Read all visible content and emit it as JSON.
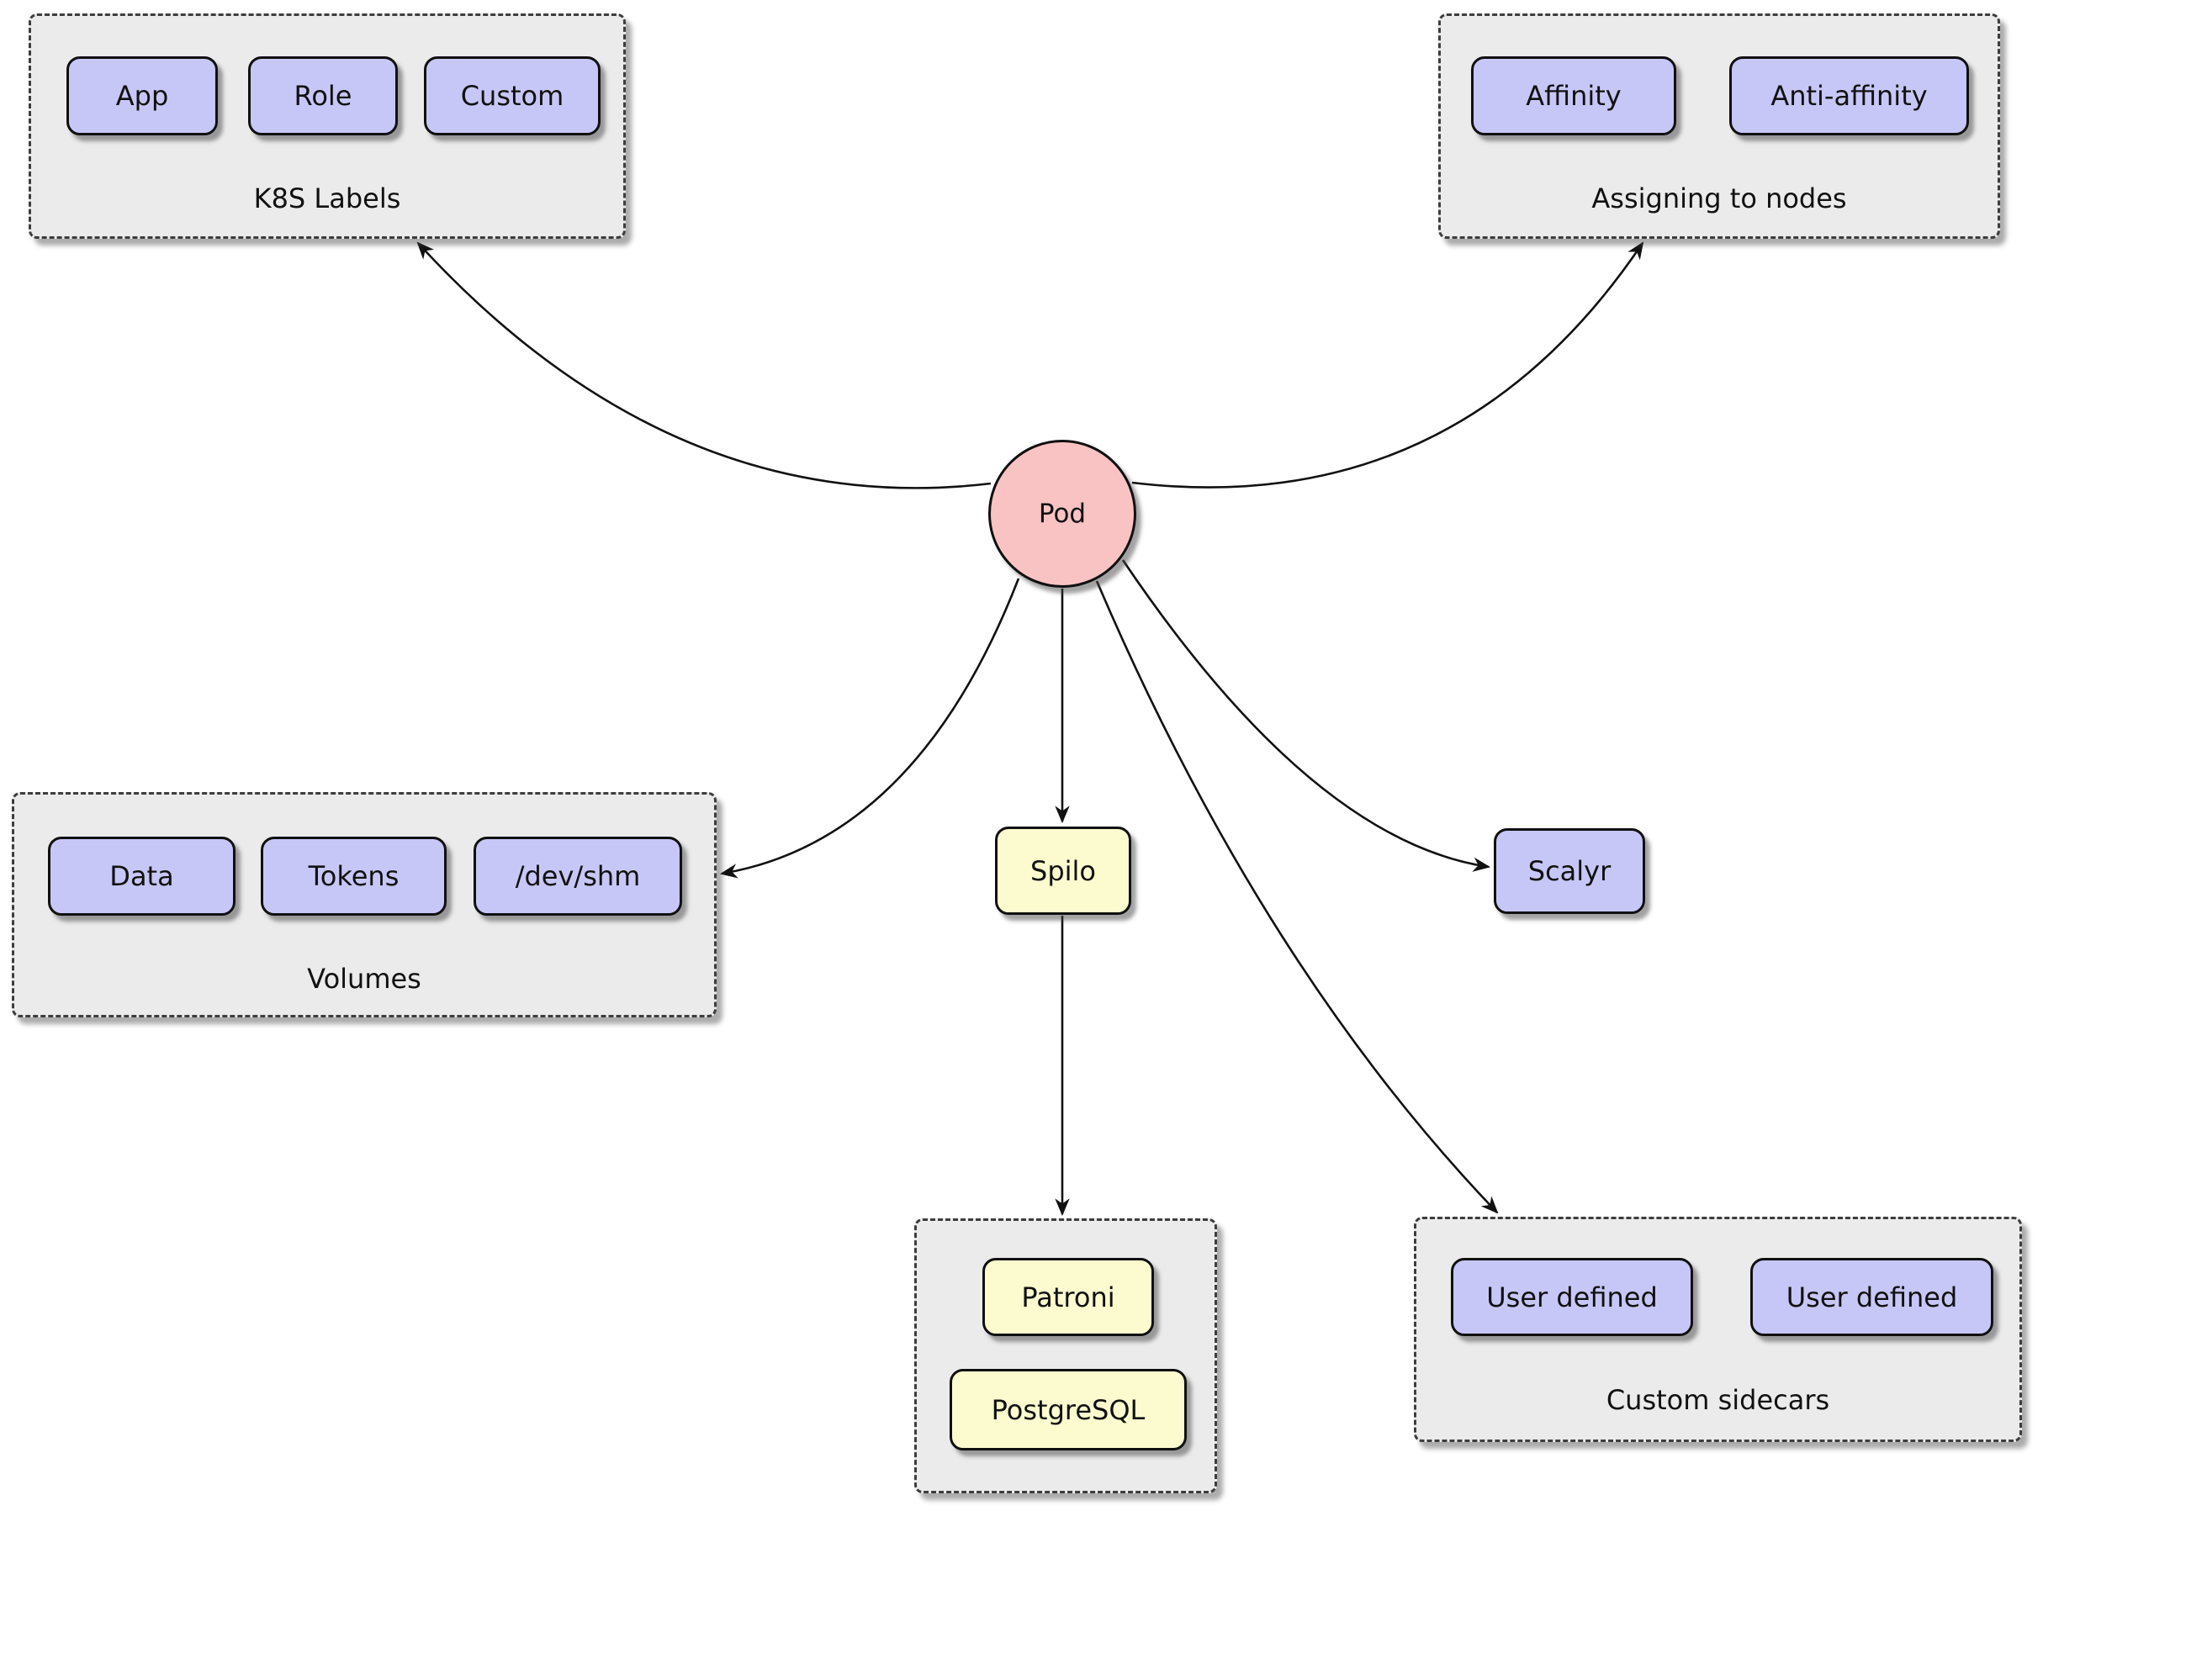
{
  "pod": {
    "label": "Pod"
  },
  "nodes": {
    "spilo": "Spilo",
    "scalyr": "Scalyr"
  },
  "groups": {
    "k8s_labels": {
      "title": "K8S Labels",
      "items": [
        "App",
        "Role",
        "Custom"
      ]
    },
    "assigning_to_nodes": {
      "title": "Assigning to nodes",
      "items": [
        "Affinity",
        "Anti-affinity"
      ]
    },
    "volumes": {
      "title": "Volumes",
      "items": [
        "Data",
        "Tokens",
        "/dev/shm"
      ]
    },
    "spilo_stack": {
      "items": [
        "Patroni",
        "PostgreSQL"
      ]
    },
    "custom_sidecars": {
      "title": "Custom sidecars",
      "items": [
        "User defined",
        "User defined"
      ]
    }
  },
  "edges": [
    {
      "from": "Pod",
      "to": "K8S Labels"
    },
    {
      "from": "Pod",
      "to": "Assigning to nodes"
    },
    {
      "from": "Pod",
      "to": "Volumes"
    },
    {
      "from": "Pod",
      "to": "Spilo"
    },
    {
      "from": "Pod",
      "to": "Scalyr"
    },
    {
      "from": "Pod",
      "to": "Custom sidecars"
    },
    {
      "from": "Spilo",
      "to": "Patroni / PostgreSQL"
    }
  ],
  "colors": {
    "chip_fill": "#c7c7f7",
    "yellow_fill": "#fbfbcf",
    "pod_fill": "#fac3c3",
    "group_fill": "#ebebeb",
    "border": "#101010",
    "arrow": "#111111"
  }
}
